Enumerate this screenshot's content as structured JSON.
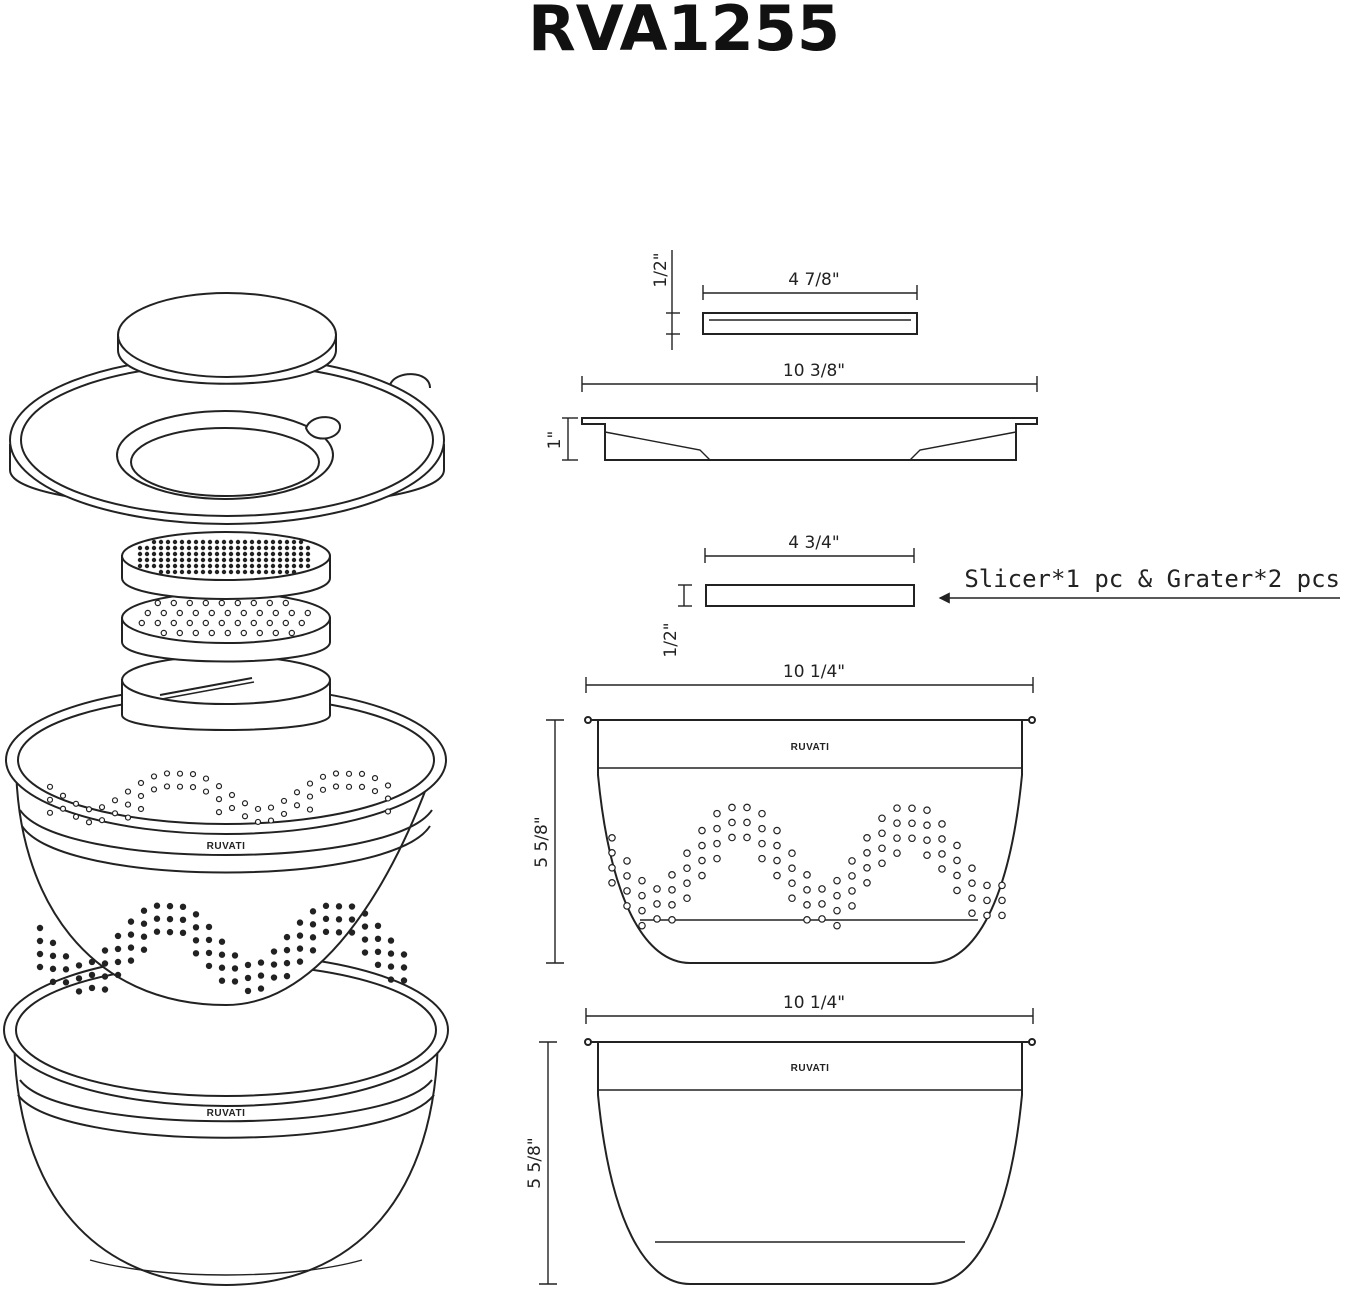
{
  "title": "RVA1255",
  "dimensions": {
    "lid_insert_width": "4 7/8\"",
    "lid_insert_height": "1/2\"",
    "lid_width": "10 3/8\"",
    "lid_height": "1\"",
    "blade_width": "4 3/4\"",
    "blade_height": "1/2\"",
    "colander_width": "10 1/4\"",
    "colander_height": "5 5/8\"",
    "bowl_width": "10 1/4\"",
    "bowl_height": "5 5/8\""
  },
  "callout": "Slicer*1 pc & Grater*2 pcs",
  "brand": "RUVATI"
}
